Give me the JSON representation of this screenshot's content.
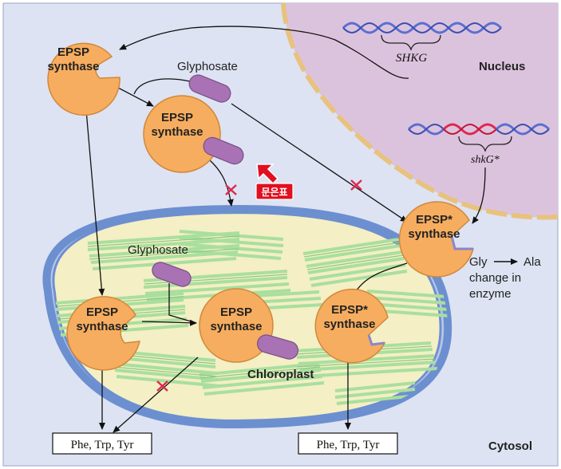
{
  "colors": {
    "cytosol_bg": "#dde3f2",
    "nucleus_fill": "#dcc3dd",
    "nucleus_pore": "#e8c27e",
    "enzyme_fill": "#f7ad5f",
    "enzyme_stroke": "#d2873a",
    "glyphosate_fill": "#a872b4",
    "chloroplast_outer": "#6c8fd0",
    "chloroplast_fill": "#f4efc4",
    "thylakoid": "#a9df9e",
    "dna_blue": "#5a6fd0",
    "dna_red": "#e0284e",
    "inhibit_red": "#e0284e",
    "annotation_red": "#e01020"
  },
  "labels": {
    "nucleus": "Nucleus",
    "cytosol": "Cytosol",
    "chloroplast": "Chloroplast",
    "gene_wild": "SHKG",
    "gene_mutant": "shkG*",
    "glyphosate_top": "Glyphosate",
    "glyphosate_chloro": "Glyphosate",
    "mutation_line1": "Gly",
    "mutation_line1b": "Ala",
    "mutation_line2": "change in",
    "mutation_line3": "enzyme",
    "annotation_tag": "문은표"
  },
  "enzymes": {
    "cyto_free": [
      "EPSP",
      "synthase"
    ],
    "cyto_bound": [
      "EPSP",
      "synthase"
    ],
    "cyto_mutant": [
      "EPSP*",
      "synthase"
    ],
    "chloro_free": [
      "EPSP",
      "synthase"
    ],
    "chloro_bound": [
      "EPSP",
      "synthase"
    ],
    "chloro_mutant": [
      "EPSP*",
      "synthase"
    ]
  },
  "products": {
    "left": "Phe, Trp, Tyr",
    "right": "Phe, Trp, Tyr"
  }
}
